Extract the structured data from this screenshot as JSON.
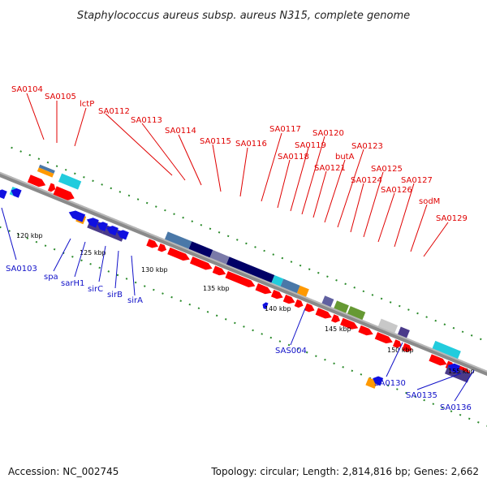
{
  "title": "Staphylococcus aureus subsp. aureus N315, complete genome",
  "footer": {
    "accession": "Accession: NC_002745",
    "summary": "Topology: circular; Length: 2,814,816 bp; Genes: 2,662"
  },
  "ticks": [
    "120 kbp",
    "125 kbp",
    "130 kbp",
    "135 kbp",
    "140 kbp",
    "145 kbp",
    "150 kbp",
    "155 kbp"
  ],
  "labels_forward": [
    "SA0104",
    "SA0105",
    "lctP",
    "SA0112",
    "SA0113",
    "SA0114",
    "SA0115",
    "SA0116",
    "SA0117",
    "SA0118",
    "SA0119",
    "SA0120",
    "SA0121",
    "butA",
    "SA0123",
    "SA0124",
    "SA0125",
    "SA0126",
    "SA0127",
    "sodM",
    "SA0129"
  ],
  "labels_reverse": [
    "SA0103",
    "spa",
    "sarH1",
    "sirC",
    "sirB",
    "sirA",
    "SAS004",
    "SA0130",
    "SA0135",
    "SA0136"
  ],
  "colors": {
    "forward_gene": "#ff0000",
    "reverse_gene": "#1010e0",
    "label_forward": "#e00000",
    "label_reverse": "#1010c8",
    "backbone": "#909090",
    "dots": "#2a8a2a",
    "cog_cyan": "#22ccdd",
    "cog_orange": "#ff9900",
    "cog_navy": "#000066",
    "cog_slate": "#4a78a8",
    "cog_olive": "#669933",
    "cog_grey": "#c8c8c8",
    "cog_purple": "#4a3a8a"
  }
}
